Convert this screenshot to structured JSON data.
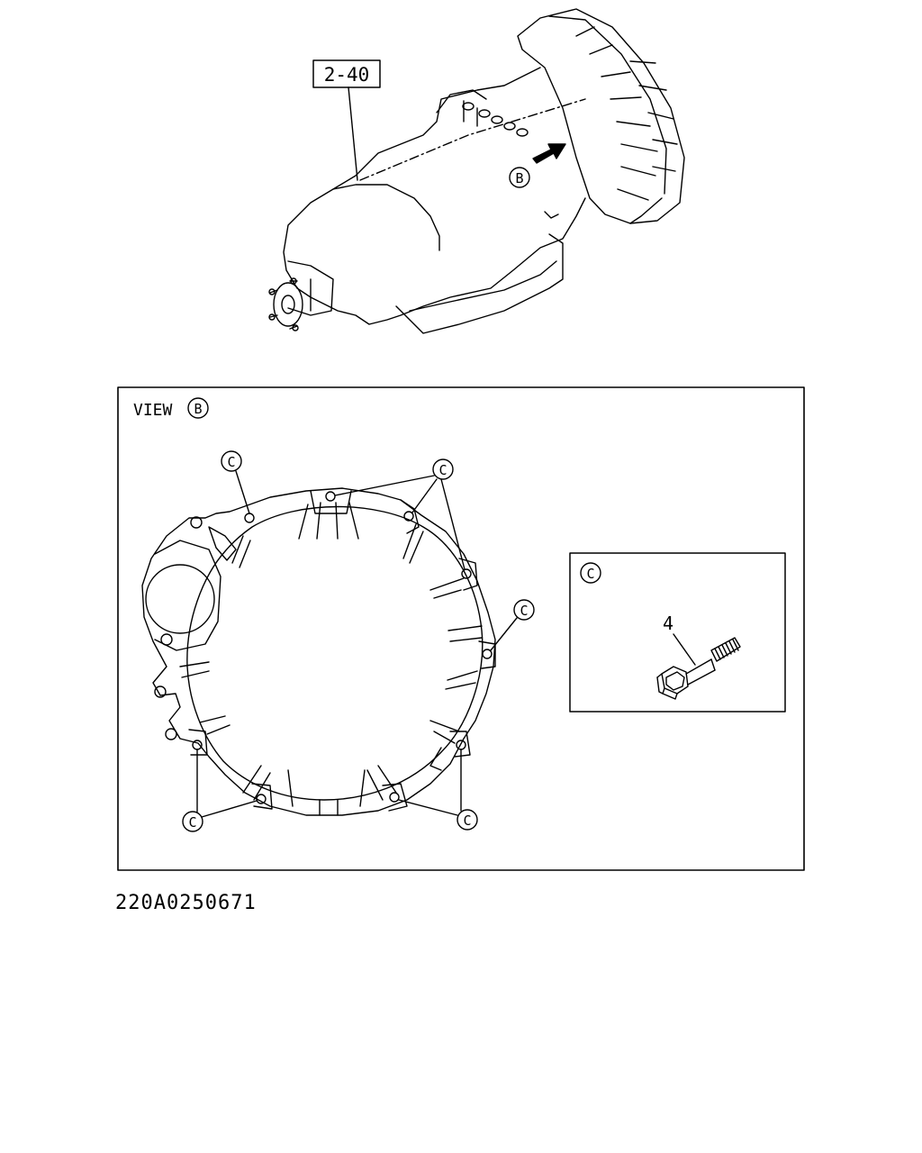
{
  "callouts": {
    "reference": "2-40",
    "view_letter": "B",
    "detail_letter": "C",
    "part_number": "4"
  },
  "view_panel": {
    "title": "VIEW"
  },
  "drawing_number": "220A0250671"
}
